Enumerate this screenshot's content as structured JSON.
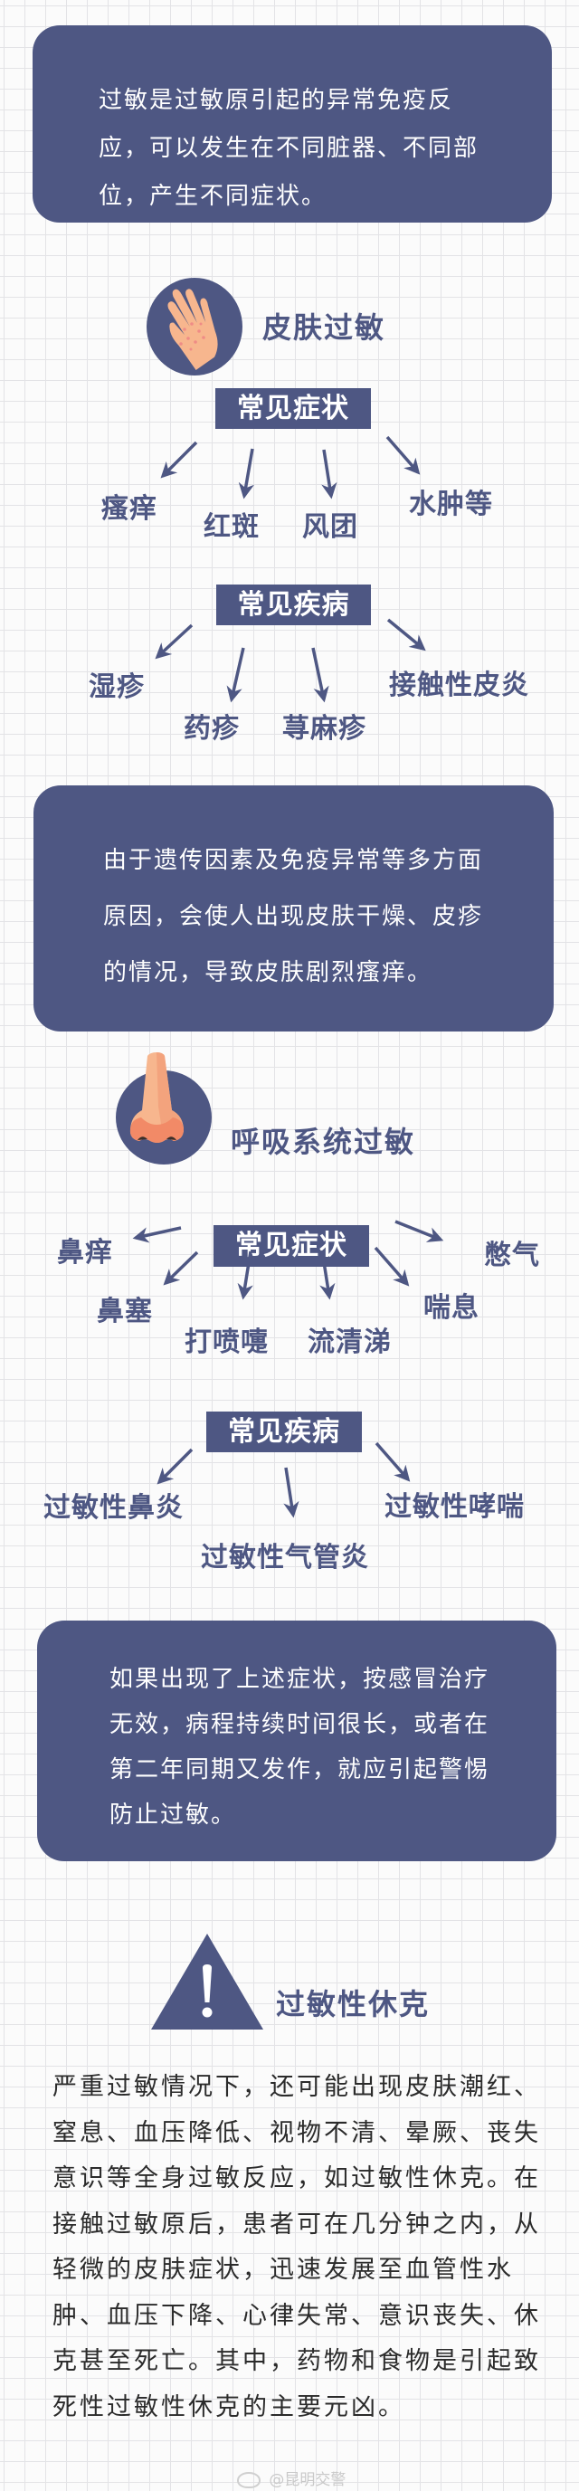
{
  "colors": {
    "primary": "#4e5783",
    "background": "#fbfbfb",
    "grid": "#e3e3e6",
    "skin": "#f7b68e",
    "body_text": "#2b2b2b"
  },
  "intro_card": {
    "text": "过敏是过敏原引起的异常免疫反应，可以发生在不同脏器、不同部位，产生不同症状。"
  },
  "skin_section": {
    "icon": "hand-rash-icon",
    "title": "皮肤过敏",
    "symptoms_label": "常见症状",
    "symptoms": [
      "瘙痒",
      "红斑",
      "风团",
      "水肿等"
    ],
    "diseases_label": "常见疾病",
    "diseases": [
      "湿疹",
      "药疹",
      "荨麻疹",
      "接触性皮炎"
    ],
    "card_text": "由于遗传因素及免疫异常等多方面原因，会使人出现皮肤干燥、皮疹的情况，导致皮肤剧烈瘙痒。"
  },
  "respiratory_section": {
    "icon": "nose-icon",
    "title": "呼吸系统过敏",
    "symptoms_label": "常见症状",
    "symptoms": [
      "鼻痒",
      "憋气",
      "鼻塞",
      "打喷嚏",
      "流清涕",
      "喘息"
    ],
    "diseases_label": "常见疾病",
    "diseases": [
      "过敏性鼻炎",
      "过敏性哮喘",
      "过敏性气管炎"
    ],
    "card_text": "如果出现了上述症状，按感冒治疗无效，病程持续时间很长，或者在第二年同期又发作，就应引起警惕防止过敏。"
  },
  "shock_section": {
    "icon": "warning-triangle-icon",
    "title": "过敏性休克",
    "body": "严重过敏情况下，还可能出现皮肤潮红、窒息、血压降低、视物不清、晕厥、丧失意识等全身过敏反应，如过敏性休克。在接触过敏原后，患者可在几分钟之内，从轻微的皮肤症状，迅速发展至血管性水肿、血压下降、心律失常、意识丧失、休克甚至死亡。其中，药物和食物是引起致死性过敏性休克的主要元凶。"
  },
  "watermark": {
    "icon": "weibo-icon",
    "text": "@昆明交警"
  }
}
